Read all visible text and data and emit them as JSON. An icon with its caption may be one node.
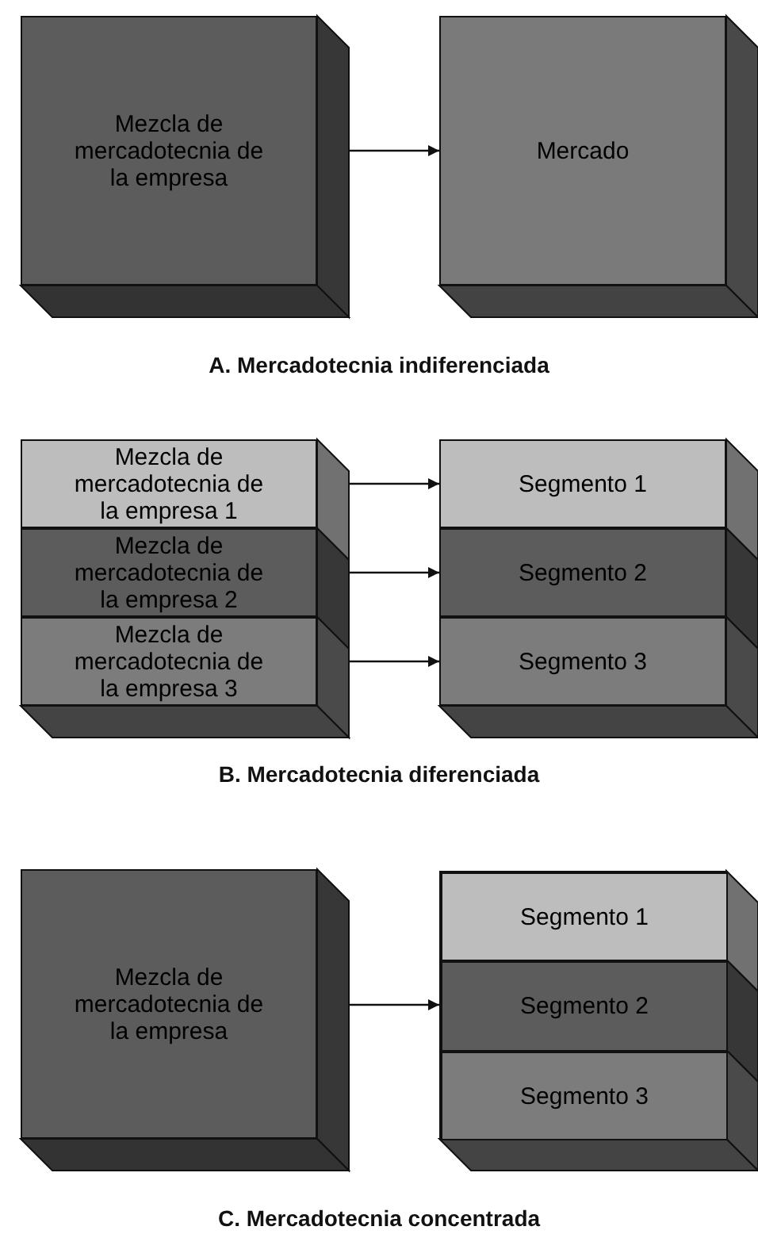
{
  "diagram": {
    "nodes": [
      {
        "text": [
          "Mezcla de mercadotecnia de la empresa"
        ]
      },
      {
        "text": [
          "Mercado"
        ]
      },
      {
        "text": [
          "Mezcla de mercadotecnia de la empresa 1"
        ]
      },
      {
        "text": [
          "Mezcla de mercadotecnia de la empresa 2"
        ]
      },
      {
        "text": [
          "Mezcla de mercadotecnia de la empresa 3"
        ]
      },
      {
        "text": [
          "Segmento 1"
        ]
      },
      {
        "text": [
          "Segmento 2"
        ]
      },
      {
        "text": [
          "Segmento 3"
        ]
      },
      {
        "text": [
          "Mezcla de mercadotecnia de la empresa"
        ]
      },
      {
        "text": [],
        "shape": "box"
      },
      {
        "text": [
          "Segmento 1"
        ],
        "in": 9
      },
      {
        "text": [
          "Segmento 2"
        ],
        "in": 9
      },
      {
        "text": [
          "Segmento 3"
        ],
        "in": 9
      }
    ],
    "edges": [
      {
        "from": 0,
        "to": 1,
        "arrow": "to"
      },
      {
        "from": 2,
        "to": 5,
        "arrow": "to"
      },
      {
        "from": 3,
        "to": 6,
        "arrow": "to"
      },
      {
        "from": 4,
        "to": 7,
        "arrow": "to"
      },
      {
        "from": 8,
        "to": 9,
        "arrow": "to"
      }
    ],
    "labels": [
      "A. Mercadotecnia indiferenciada",
      "B. Mercadotecnia diferenciada",
      "C. Mercadotecnia concentrada"
    ]
  }
}
